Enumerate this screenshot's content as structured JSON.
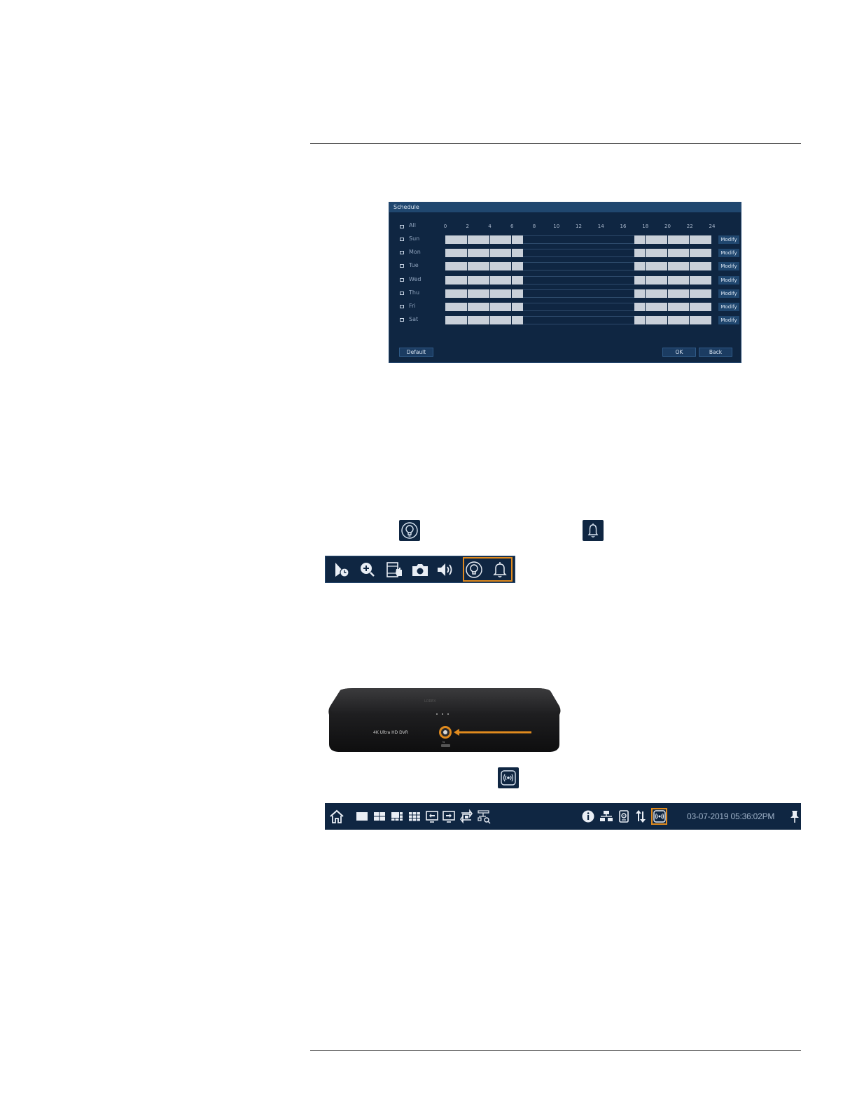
{
  "schedule": {
    "title": "Schedule",
    "all_label": "All",
    "hour_ticks": [
      "0",
      "2",
      "4",
      "6",
      "8",
      "10",
      "12",
      "14",
      "16",
      "18",
      "20",
      "22",
      "24"
    ],
    "days": [
      {
        "label": "Sun",
        "modify": "Modify"
      },
      {
        "label": "Mon",
        "modify": "Modify"
      },
      {
        "label": "Tue",
        "modify": "Modify"
      },
      {
        "label": "Wed",
        "modify": "Modify"
      },
      {
        "label": "Thu",
        "modify": "Modify"
      },
      {
        "label": "Fri",
        "modify": "Modify"
      },
      {
        "label": "Sat",
        "modify": "Modify"
      }
    ],
    "active_ranges_hours": [
      [
        0,
        7
      ],
      [
        17,
        24
      ]
    ],
    "default_label": "Default",
    "ok_label": "OK",
    "back_label": "Back"
  },
  "icons": {
    "inline_light": "light-bulb-icon",
    "inline_siren": "bell-icon",
    "inline_deterrence": "deterrence-icon"
  },
  "toolbar1": {
    "items": [
      "playback-icon",
      "zoom-icon",
      "video-clip-icon",
      "snapshot-icon",
      "audio-icon",
      "light-bulb-icon",
      "bell-icon"
    ],
    "highlight_color": "#e08a1e"
  },
  "dvr": {
    "label": "4K Ultra HD DVR"
  },
  "taskbar": {
    "clock": "03-07-2019 05:36:02PM"
  },
  "colors": {
    "panel_bg": "#0f2642",
    "title_bar": "#20476f",
    "highlight": "#e08a1e"
  }
}
